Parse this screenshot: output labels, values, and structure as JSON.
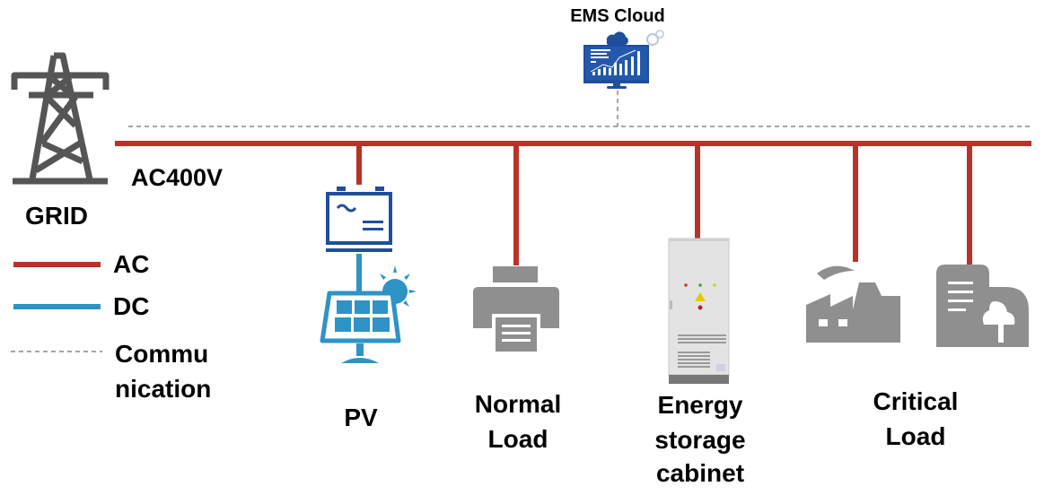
{
  "title": "EMS Cloud",
  "grid_label": "GRID",
  "bus_label": "AC400V",
  "legend": {
    "ac": "AC",
    "dc": "DC",
    "comm_line1": "Commu",
    "comm_line2": "nication"
  },
  "nodes": {
    "pv": "PV",
    "normal_load_1": "Normal",
    "normal_load_2": "Load",
    "storage_1": "Energy",
    "storage_2": "storage",
    "storage_3": "cabinet",
    "critical_1": "Critical",
    "critical_2": "Load"
  },
  "colors": {
    "ac": "#b83228",
    "dc": "#2e93c6",
    "comm": "#888888",
    "icon_gray": "#8f8f8f",
    "ems_blue": "#1f4e9c"
  }
}
